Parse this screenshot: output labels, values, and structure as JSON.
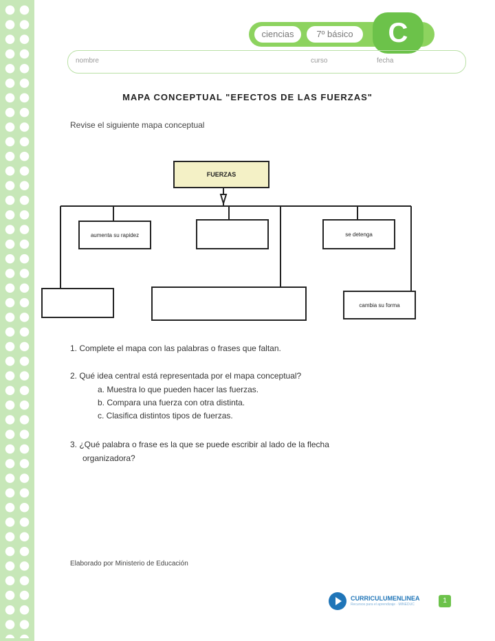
{
  "header": {
    "subject": "ciencias",
    "grade": "7º básico",
    "badge_letter": "C"
  },
  "fields": {
    "name": "nombre",
    "course": "curso",
    "date": "fecha"
  },
  "title": "MAPA CONCEPTUAL \"EFECTOS DE LAS FUERZAS\"",
  "intro": "Revise el siguiente mapa conceptual",
  "concept_map": {
    "root": "FUERZAS",
    "nodes": [
      "aumenta su rapidez",
      "",
      "se detenga",
      "",
      "",
      "cambia su forma"
    ]
  },
  "questions": {
    "q1": "1.  Complete el mapa con las palabras o frases que faltan.",
    "q2": "2.  Qué idea central está representada por el mapa conceptual?",
    "q2_options": [
      "a.  Muestra lo que pueden hacer las fuerzas.",
      "b.  Compara una fuerza con otra distinta.",
      "c.  Clasifica distintos tipos de fuerzas."
    ],
    "q3_line1": "3.  ¿Qué palabra o frase es la que se puede escribir al lado de la flecha",
    "q3_line2": "organizadora?"
  },
  "footer": "Elaborado por Ministerio de Educación",
  "logo": {
    "name": "CURRICULUMENLINEA",
    "tagline": "Recursos para el aprendizaje · MINEDUC"
  },
  "page_number": "1",
  "colors": {
    "accent_green": "#8dd35f",
    "badge_green": "#6cc24a",
    "strip_green": "#c7e7b8",
    "root_fill": "#f4f1c6",
    "logo_blue": "#1f75b8"
  }
}
